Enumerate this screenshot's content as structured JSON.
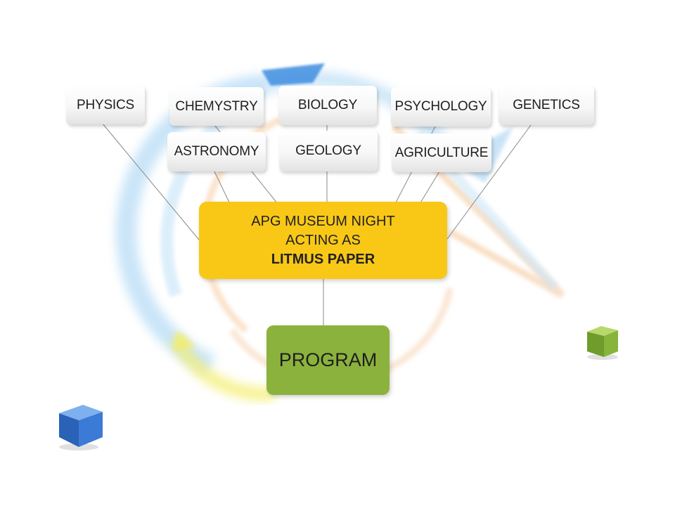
{
  "diagram": {
    "center": {
      "line1": "APG MUSEUM NIGHT",
      "line2": "ACTING AS",
      "line3": "LITMUS PAPER",
      "color": "#f9c816"
    },
    "program": {
      "label": "PROGRAM",
      "color": "#8bb23d"
    },
    "topics": [
      {
        "label": "PHYSICS"
      },
      {
        "label": "CHEMYSTRY"
      },
      {
        "label": "BIOLOGY"
      },
      {
        "label": "PSYCHOLOGY"
      },
      {
        "label": "GENETICS"
      },
      {
        "label": "ASTRONOMY"
      },
      {
        "label": "GEOLOGY"
      },
      {
        "label": "AGRICULTURE"
      }
    ],
    "decor": {
      "cube_green": "#7fae32",
      "cube_blue": "#2f6fc9",
      "arrow_blue": "#3f8ee0",
      "arrow_yellow": "#f4ee6a",
      "arrow_orange": "#f4b06a"
    }
  }
}
